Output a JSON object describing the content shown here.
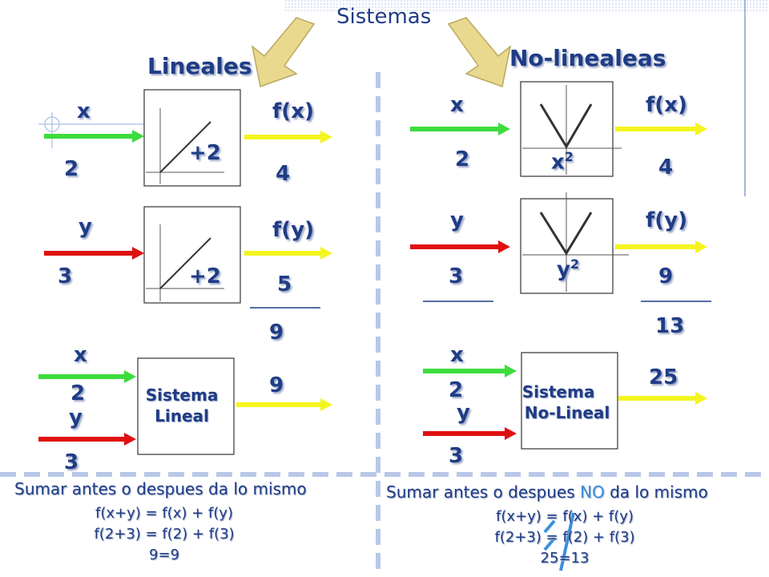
{
  "title": "Sistemas",
  "left": {
    "heading": "Lineales",
    "row1": {
      "in_label": "x",
      "in_value": "2",
      "op": "+2",
      "out_label": "f(x)",
      "out_value": "4"
    },
    "row2": {
      "in_label": "y",
      "in_value": "3",
      "op": "+2",
      "out_label": "f(y)",
      "out_value": "5"
    },
    "sum_value": "9",
    "system": {
      "in1_label": "x",
      "in1_value": "2",
      "in2_label": "y",
      "in2_value": "3",
      "name1": "Sistema",
      "name2": "Lineal",
      "out_value": "9"
    },
    "caption": "Sumar antes o despues da lo mismo",
    "eq1": "f(x+y) =  f(x) + f(y)",
    "eq2": "f(2+3) =  f(2) + f(3)",
    "eq3": "9=9"
  },
  "right": {
    "heading": "No-linealeas",
    "row1": {
      "in_label": "x",
      "in_value": "2",
      "op_base": "x",
      "op_exp": "2",
      "out_label": "f(x)",
      "out_value": "4"
    },
    "row2": {
      "in_label": "y",
      "in_value": "3",
      "op_base": "y",
      "op_exp": "2",
      "out_label": "f(y)",
      "out_value": "9"
    },
    "sum_value": "13",
    "system": {
      "in1_label": "x",
      "in1_value": "2",
      "in2_label": "y",
      "in2_value": "3",
      "name1": "Sistema",
      "name2": "No-Lineal",
      "out_value": "25"
    },
    "caption_pre": "Sumar antes o despues ",
    "caption_no": "NO",
    "caption_post": " da lo mismo",
    "eq1": "f(x+y) =  f(x) + f(y)",
    "eq2": "f(2+3) =  f(2) + f(3)",
    "eq3": "25=13"
  },
  "colors": {
    "green": "#3ddc3d",
    "red": "#e01010",
    "yellow": "#f5f51e",
    "text": "#1f3c86",
    "divider": "#b8c8e8",
    "arrow": "#e8d890"
  }
}
